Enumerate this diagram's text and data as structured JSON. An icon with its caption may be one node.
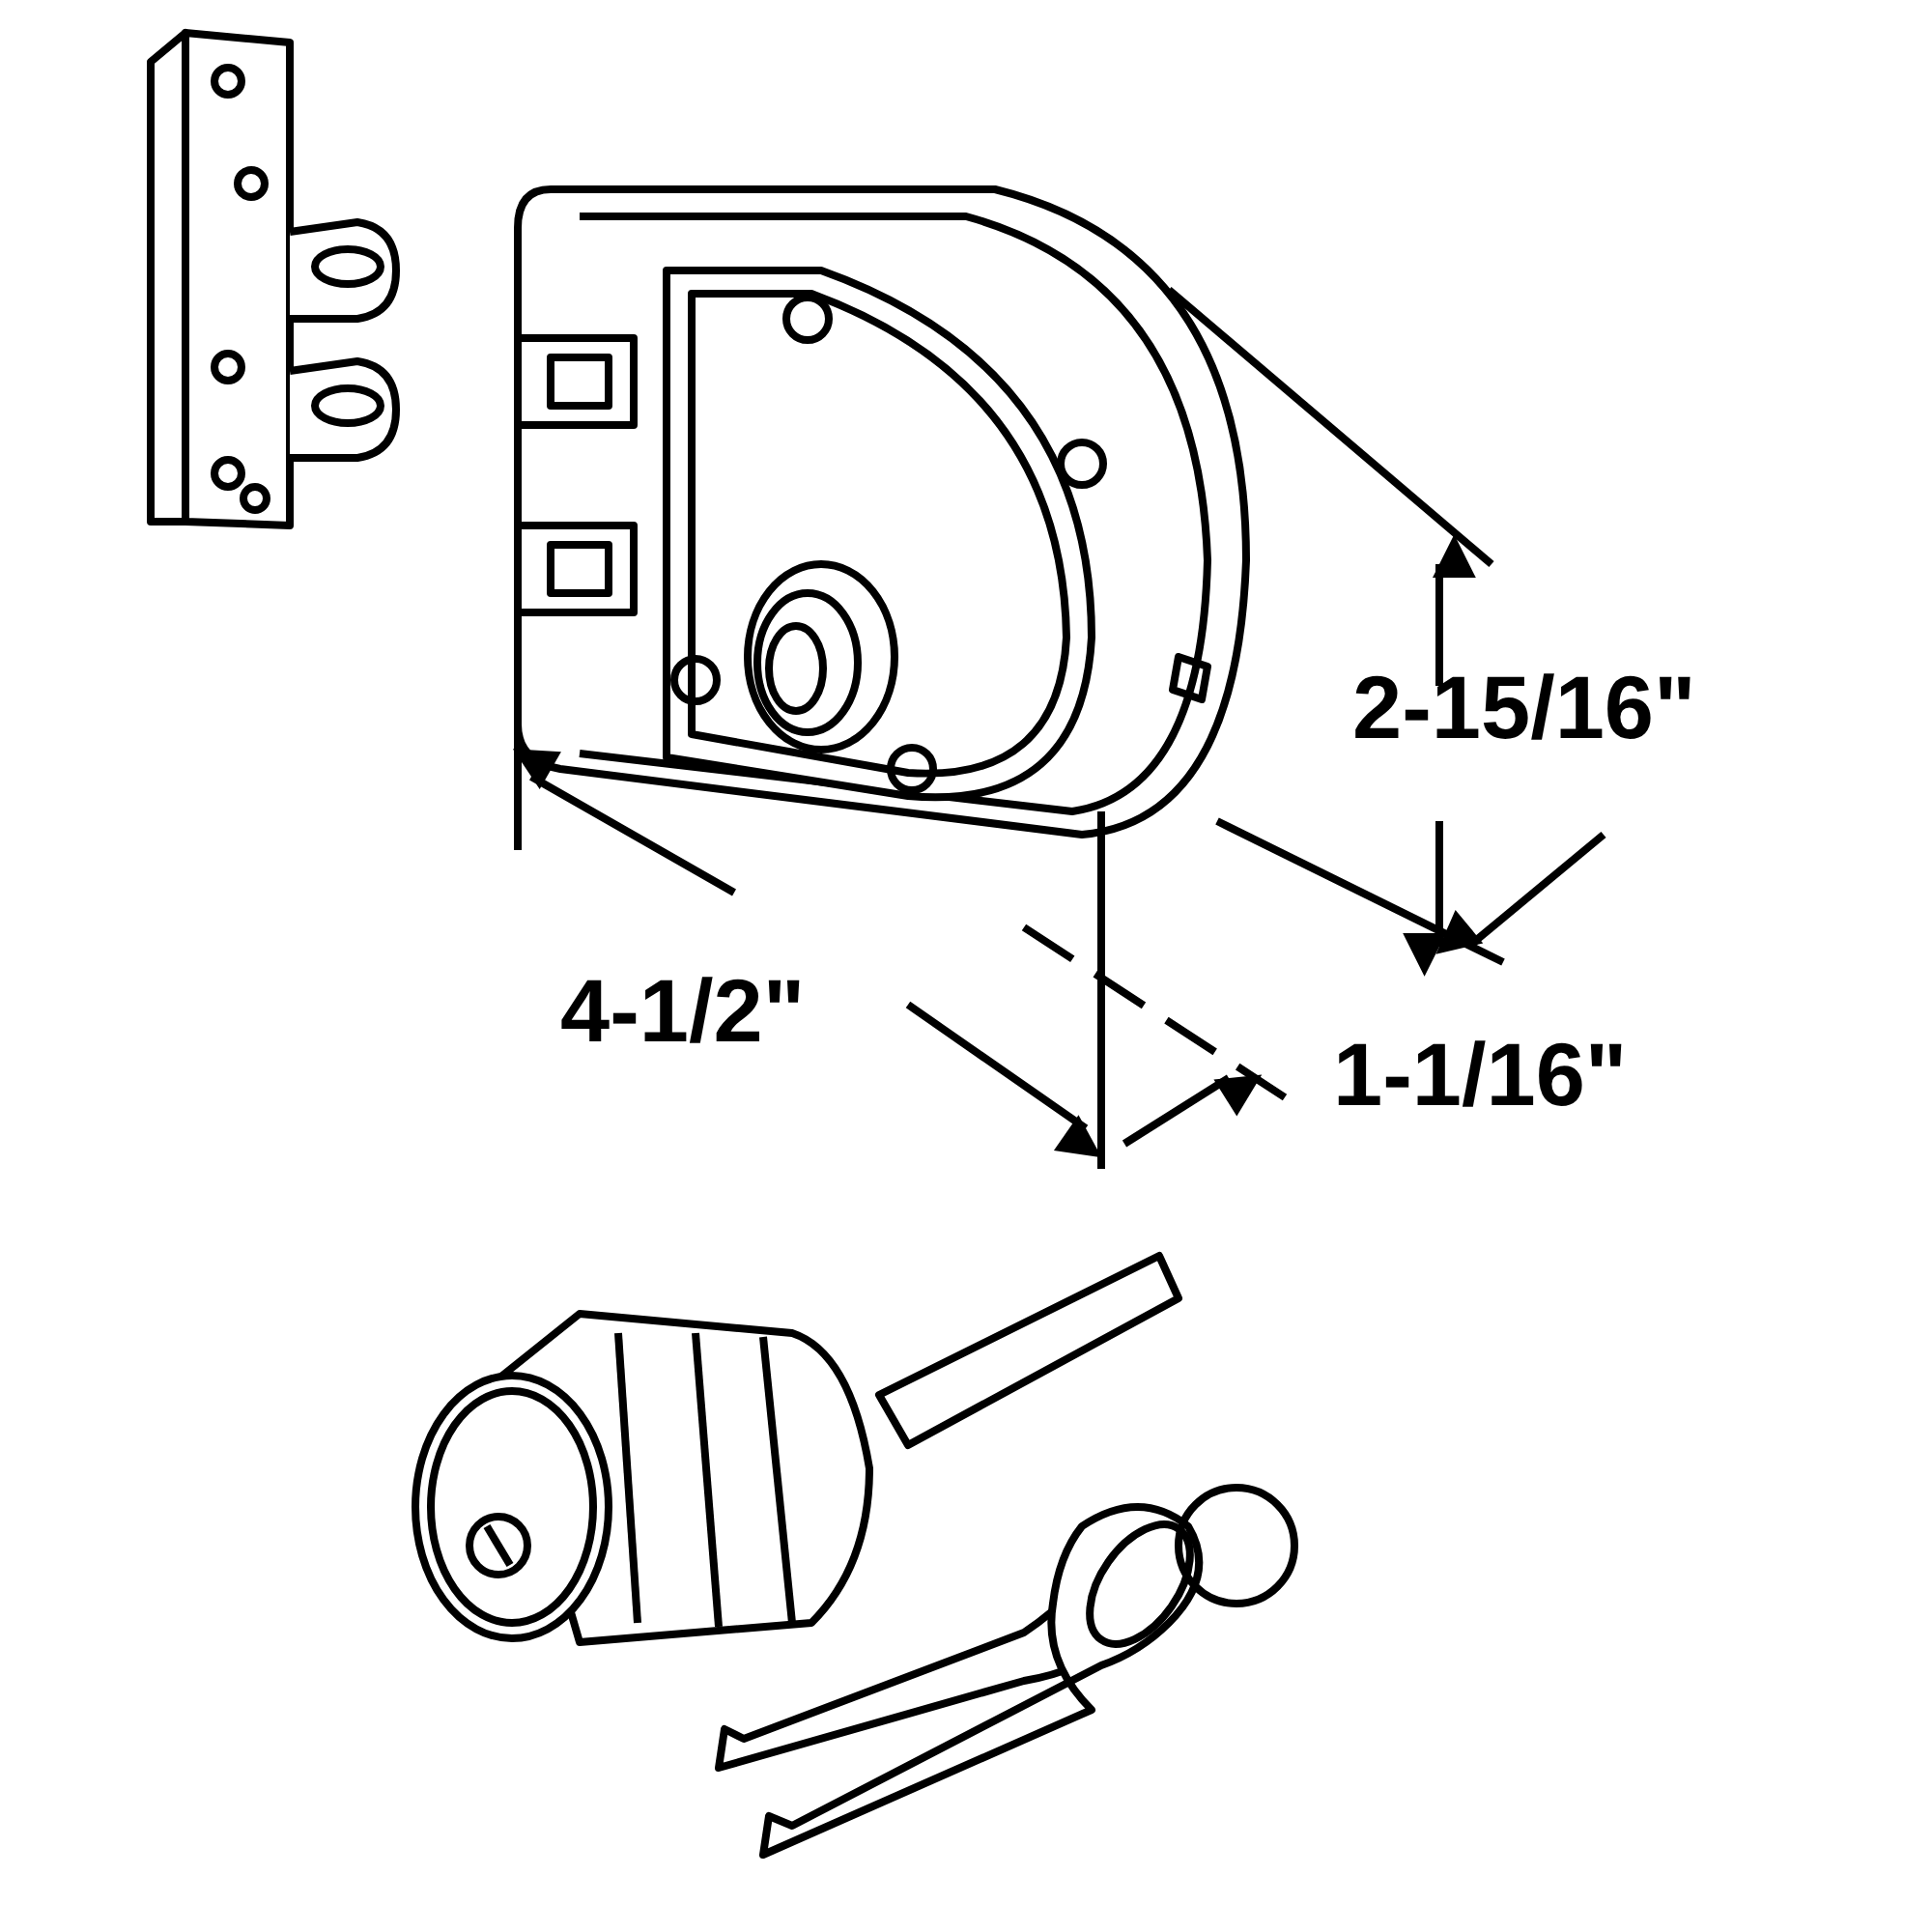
{
  "diagram": {
    "labels": [
      "2-15/16\"",
      "4-1/2\"",
      "1-1/16\""
    ]
  }
}
